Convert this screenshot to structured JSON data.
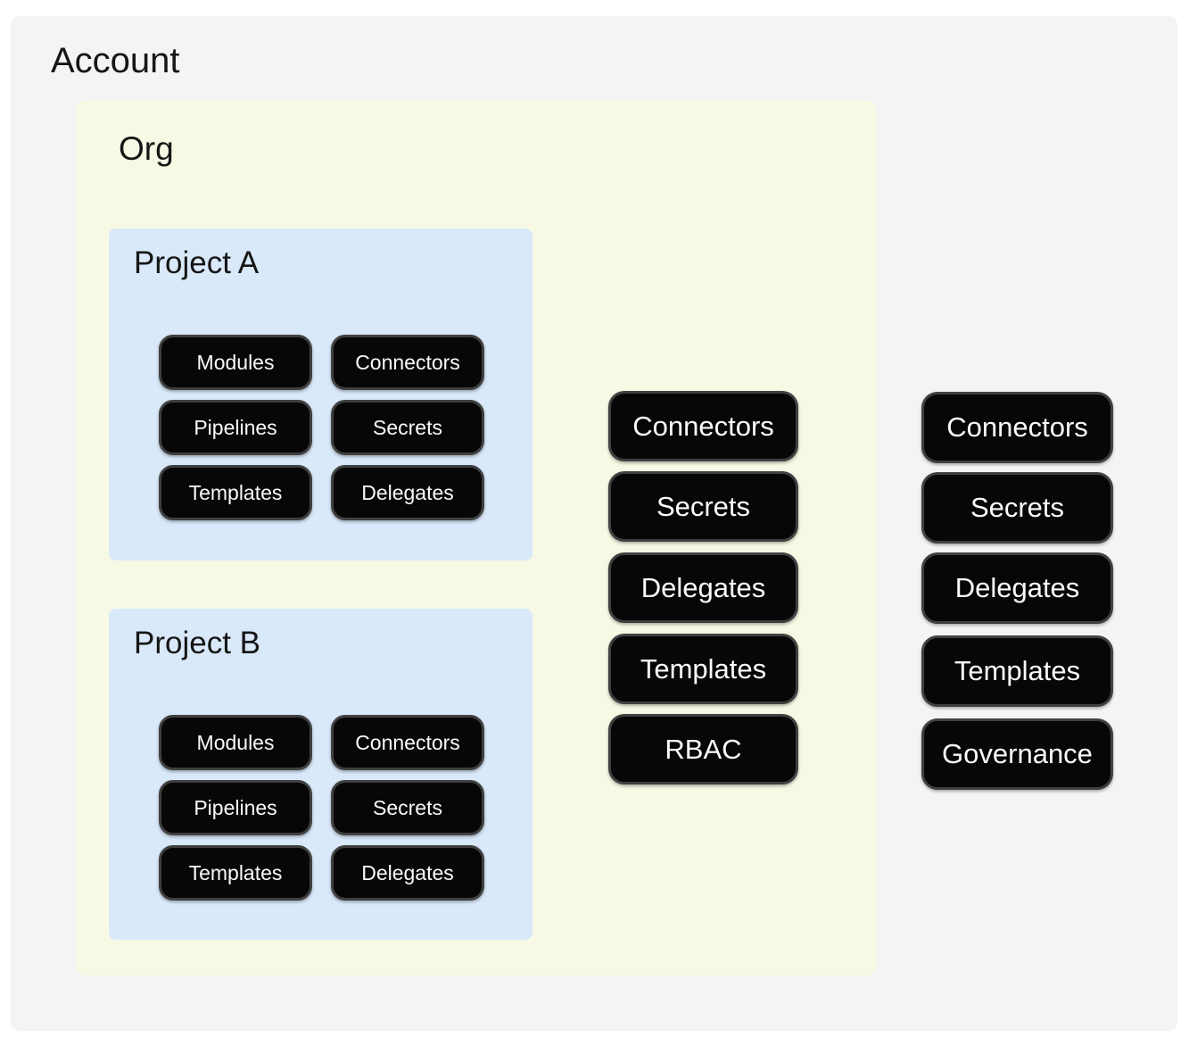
{
  "account": {
    "title": "Account",
    "pills": [
      "Connectors",
      "Secrets",
      "Delegates",
      "Templates",
      "Governance"
    ],
    "org": {
      "title": "Org",
      "pills": [
        "Connectors",
        "Secrets",
        "Delegates",
        "Templates",
        "RBAC"
      ],
      "projects": [
        {
          "title": "Project A",
          "pills": [
            "Modules",
            "Connectors",
            "Pipelines",
            "Secrets",
            "Templates",
            "Delegates"
          ]
        },
        {
          "title": "Project B",
          "pills": [
            "Modules",
            "Connectors",
            "Pipelines",
            "Secrets",
            "Templates",
            "Delegates"
          ]
        }
      ]
    }
  },
  "colors": {
    "page_bg": "#ffffff",
    "account_bg": "#f4f4f4",
    "org_bg": "#f7f9e4",
    "project_bg": "#d9e9fa",
    "pill_bg": "#070707",
    "pill_border": "#404040",
    "pill_text": "#fafafa",
    "title_text": "#161616"
  }
}
